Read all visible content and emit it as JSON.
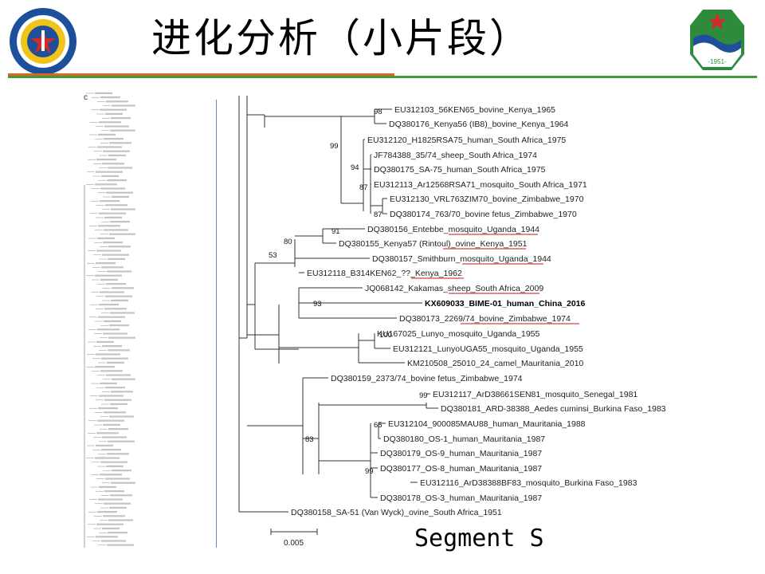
{
  "title": "进化分析（小片段）",
  "panel_label": "c",
  "segment_label": "Segment S",
  "scale_bar_label": "0.005",
  "right_logo_year": "-1951-",
  "colors": {
    "orange_rule": "#d86a1e",
    "green_rule": "#3e9a3a",
    "underline": "#cc1111",
    "divider": "#6b85b5"
  },
  "taxa": [
    "EU312103_56KEN65_bovine_Kenya_1965",
    "DQ380176_Kenya56 (IB8)_bovine_Kenya_1964",
    "EU312120_H1825RSA75_human_South Africa_1975",
    "JF784388_35/74_sheep_South Africa_1974",
    "DQ380175_SA-75_human_South Africa_1975",
    "EU312113_Ar12568RSA71_mosquito_South Africa_1971",
    "EU312130_VRL763ZIM70_bovine_Zimbabwe_1970",
    "DQ380174_763/70_bovine fetus_Zimbabwe_1970",
    "DQ380156_Entebbe_mosquito_Uganda_1944",
    "DQ380155_Kenya57 (Rintoul)_ovine_Kenya_1951",
    "DQ380157_Smithburn_mosquito_Uganda_1944",
    "EU312118_B314KEN62_??_Kenya_1962",
    "JQ068142_Kakamas_sheep_South Africa_2009",
    "KX609033_BIME-01_human_China_2016",
    "DQ380173_2269/74_bovine_Zimbabwe_1974",
    "KU167025_Lunyo_mosquito_Uganda_1955",
    "EU312121_LunyoUGA55_mosquito_Uganda_1955",
    "KM210508_25010_24_camel_Mauritania_2010",
    "DQ380159_2373/74_bovine fetus_Zimbabwe_1974",
    "EU312117_ArD38661SEN81_mosquito_Senegal_1981",
    "DQ380181_ARD-38388_Aedes cuminsi_Burkina Faso_1983",
    "EU312104_900085MAU88_human_Mauritania_1988",
    "DQ380180_OS-1_human_Mauritania_1987",
    "DQ380179_OS-9_human_Mauritania_1987",
    "DQ380177_OS-8_human_Mauritania_1987",
    "EU312116_ArD38388BF83_mosquito_Burkina Faso_1983",
    "DQ380178_OS-3_human_Mauritania_1987",
    "DQ380158_SA-51 (Van Wyck)_ovine_South Africa_1951"
  ],
  "bootstrap": [
    "98",
    "99",
    "94",
    "87",
    "87",
    "91",
    "80",
    "53",
    "93",
    "100",
    "99",
    "65",
    "83",
    "99"
  ]
}
